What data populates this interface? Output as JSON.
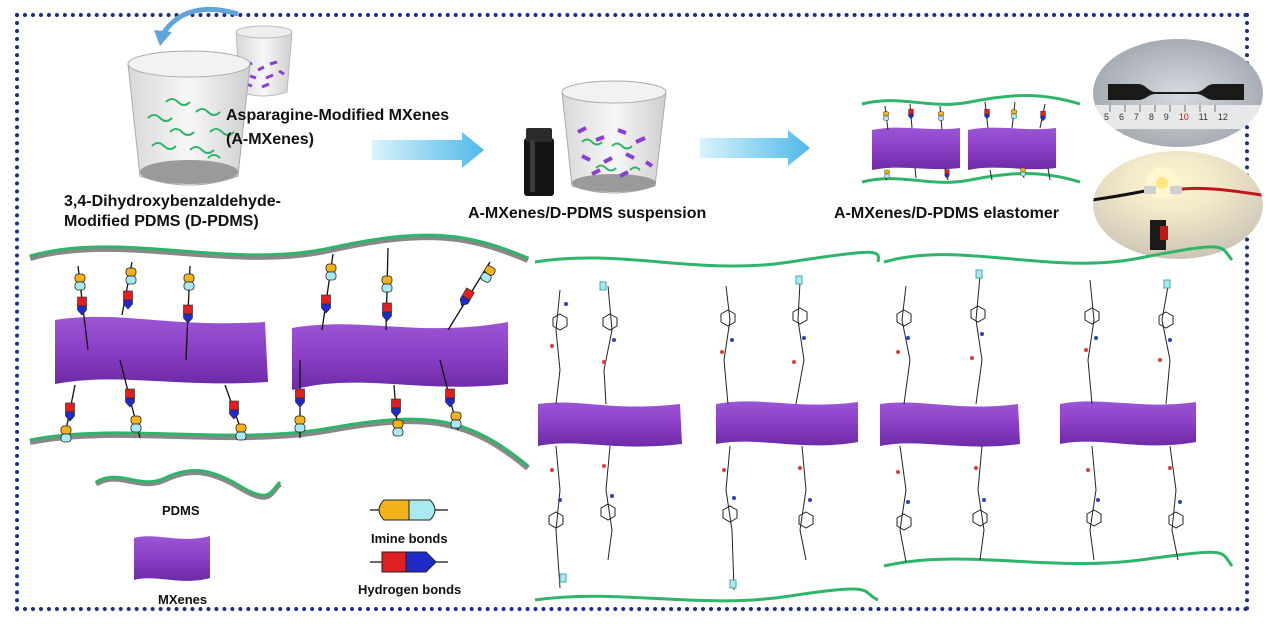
{
  "labels": {
    "a_mxenes_line1": "Asparagine-Modified MXenes",
    "a_mxenes_line2": "(A-MXenes)",
    "d_pdms_line1": "3,4-Dihydroxybenzaldehyde-",
    "d_pdms_line2": "Modified PDMS (D-PDMS)",
    "suspension": "A-MXenes/D-PDMS suspension",
    "elastomer": "A-MXenes/D-PDMS elastomer"
  },
  "legend": {
    "pdms": "PDMS",
    "mxenes": "MXenes",
    "imine": "Imine bonds",
    "hydrogen": "Hydrogen bonds"
  },
  "ruler_ticks": [
    "5",
    "6",
    "7",
    "8",
    "9",
    "10",
    "11",
    "12"
  ],
  "colors": {
    "frame": "#1b2f8a",
    "pdms_chain": "#2fb56a",
    "mxene": "#8a3fc6",
    "imine_yellow": "#f3b21a",
    "imine_cyan": "#a9e9f2",
    "hbond_red": "#e02020",
    "hbond_blue": "#1f2bc8",
    "arrow": "#7ccfee",
    "chem_red": "#e03a3a",
    "chem_blue": "#2f3fc0"
  }
}
